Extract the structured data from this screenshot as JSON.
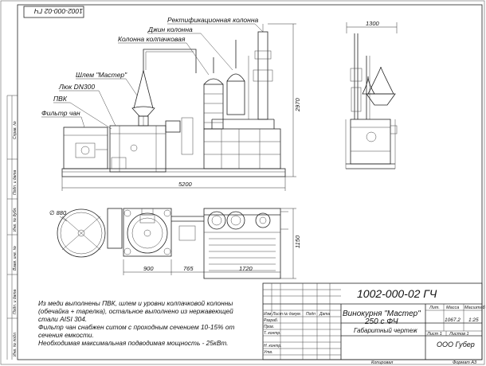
{
  "drawing_number_rotated": "1002-000-02 ГЧ",
  "callouts": {
    "rect_column": "Ректификационная колонна",
    "dzhin_column": "Джин колонна",
    "cap_column": "Колонна колпачковая",
    "helmet": "Шлем \"Мастер\"",
    "hatch": "Люк DN300",
    "pvk": "ПВК",
    "vat_filter": "Фильтр чан"
  },
  "dimensions": {
    "front_height": "2970",
    "front_width": "5200",
    "side_width": "1300",
    "plan_dia": "∅ 880",
    "plan_900": "900",
    "plan_765": "765",
    "plan_1720": "1720",
    "plan_depth": "1150"
  },
  "notes": [
    "Из меди выполнены ПВК, шлем и уровни колпачковой колонны",
    "(обечайка + тарелка), остальное выполнено из нержавеющей",
    "стали AISI 304.",
    "Фильтр чан снабжен ситом с проходным сечением 10-15% от",
    "сечения емкости.",
    "Необходимая максимальная подводимая мощность - 25кВт."
  ],
  "left_margin_labels": [
    "Справ. №",
    "Подп. и дата",
    "Инв. № дубл.",
    "Взам. инв. №",
    "Подп. и дата",
    "Инв. № подл."
  ],
  "title_block": {
    "number": "1002-000-02 ГЧ",
    "name_line1": "Винокурня \"Мастер\"",
    "name_line2": "250 с ФЧ",
    "doc_type": "Габаритный чертеж",
    "company": "ООО Губер",
    "head_lit": "Лит.",
    "head_mass": "Масса",
    "head_scale": "Масштаб",
    "mass_value": "1067.2",
    "scale_value": "1:25",
    "sheet": "Лист 1",
    "sheets": "Листов 1",
    "col_izm": "Изм",
    "col_list": "Лист",
    "col_doc": "№ докум.",
    "col_sign": "Подп",
    "col_date": "Дата",
    "role_dev": "Разраб.",
    "role_check": "Пров.",
    "role_tcontr": "Т. контр.",
    "role_ncontr": "Н. контр.",
    "role_appr": "Утв.",
    "copied": "Копировал",
    "format": "Формат А3"
  }
}
